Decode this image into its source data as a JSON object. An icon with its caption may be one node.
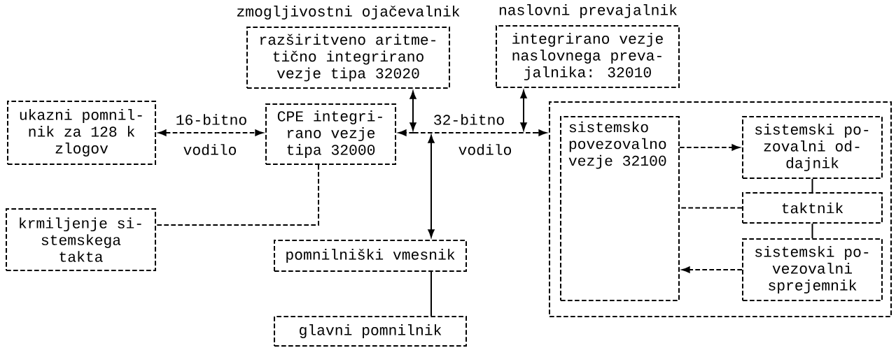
{
  "diagram": {
    "nodes": [
      {
        "text": [
          "zmogljivostni ojačevalnik",
          "razširitveno aritme- tično integrirano vezje tipa 32020"
        ]
      },
      {
        "text": [
          "naslovni prevajalnik",
          "integrirano vezje naslovnega preva- jalnika: 32010"
        ]
      },
      {
        "text": [
          "ukazni pomnil- nik za 128 k zlogov"
        ]
      },
      {
        "text": [
          "CPE integri- rano vezje tipa 32000"
        ]
      },
      {
        "text": [],
        "shape": "bar"
      },
      {
        "text": [],
        "shape": "box"
      },
      {
        "text": [
          "sistemsko povezovalno vezje 32100"
        ],
        "in": 5
      },
      {
        "text": [
          "sistemski po- zovalni od- dajnik"
        ],
        "in": 5
      },
      {
        "text": [
          "krmiljenje si- stemskega takta"
        ]
      },
      {
        "text": [
          "taktnik"
        ],
        "in": 5
      },
      {
        "text": [
          "pomnilniški vmesnik"
        ]
      },
      {
        "text": [
          "sistemski po- vezovalni sprejemnik"
        ],
        "in": 5
      },
      {
        "text": [
          "glavni pomnilnik"
        ]
      }
    ],
    "edges": [
      {
        "from": 2,
        "to": 3,
        "arrow": "both",
        "style": "dashed"
      },
      {
        "from": 0,
        "to": 4,
        "arrow": "both"
      },
      {
        "from": 1,
        "to": 4,
        "arrow": "both"
      },
      {
        "from": 4,
        "to": 3,
        "arrow": "to",
        "style": "dashed"
      },
      {
        "from": 4,
        "to": 10,
        "arrow": "both"
      },
      {
        "from": 4,
        "to": 5,
        "arrow": "to",
        "style": "dashed"
      },
      {
        "from": 3,
        "to": 8,
        "arrow": "none",
        "style": "dashed"
      },
      {
        "from": 10,
        "to": 12,
        "arrow": "none"
      },
      {
        "from": 6,
        "to": 7,
        "arrow": "to",
        "style": "dashed"
      },
      {
        "from": 7,
        "to": 9,
        "arrow": "none"
      },
      {
        "from": 9,
        "to": 11,
        "arrow": "none"
      },
      {
        "from": 9,
        "to": 6,
        "arrow": "none",
        "style": "dashed"
      },
      {
        "from": 11,
        "to": 6,
        "arrow": "to",
        "style": "dashed"
      }
    ],
    "labels": [
      "16-bitno",
      "vodilo",
      "32-bitno",
      "vodilo"
    ]
  }
}
